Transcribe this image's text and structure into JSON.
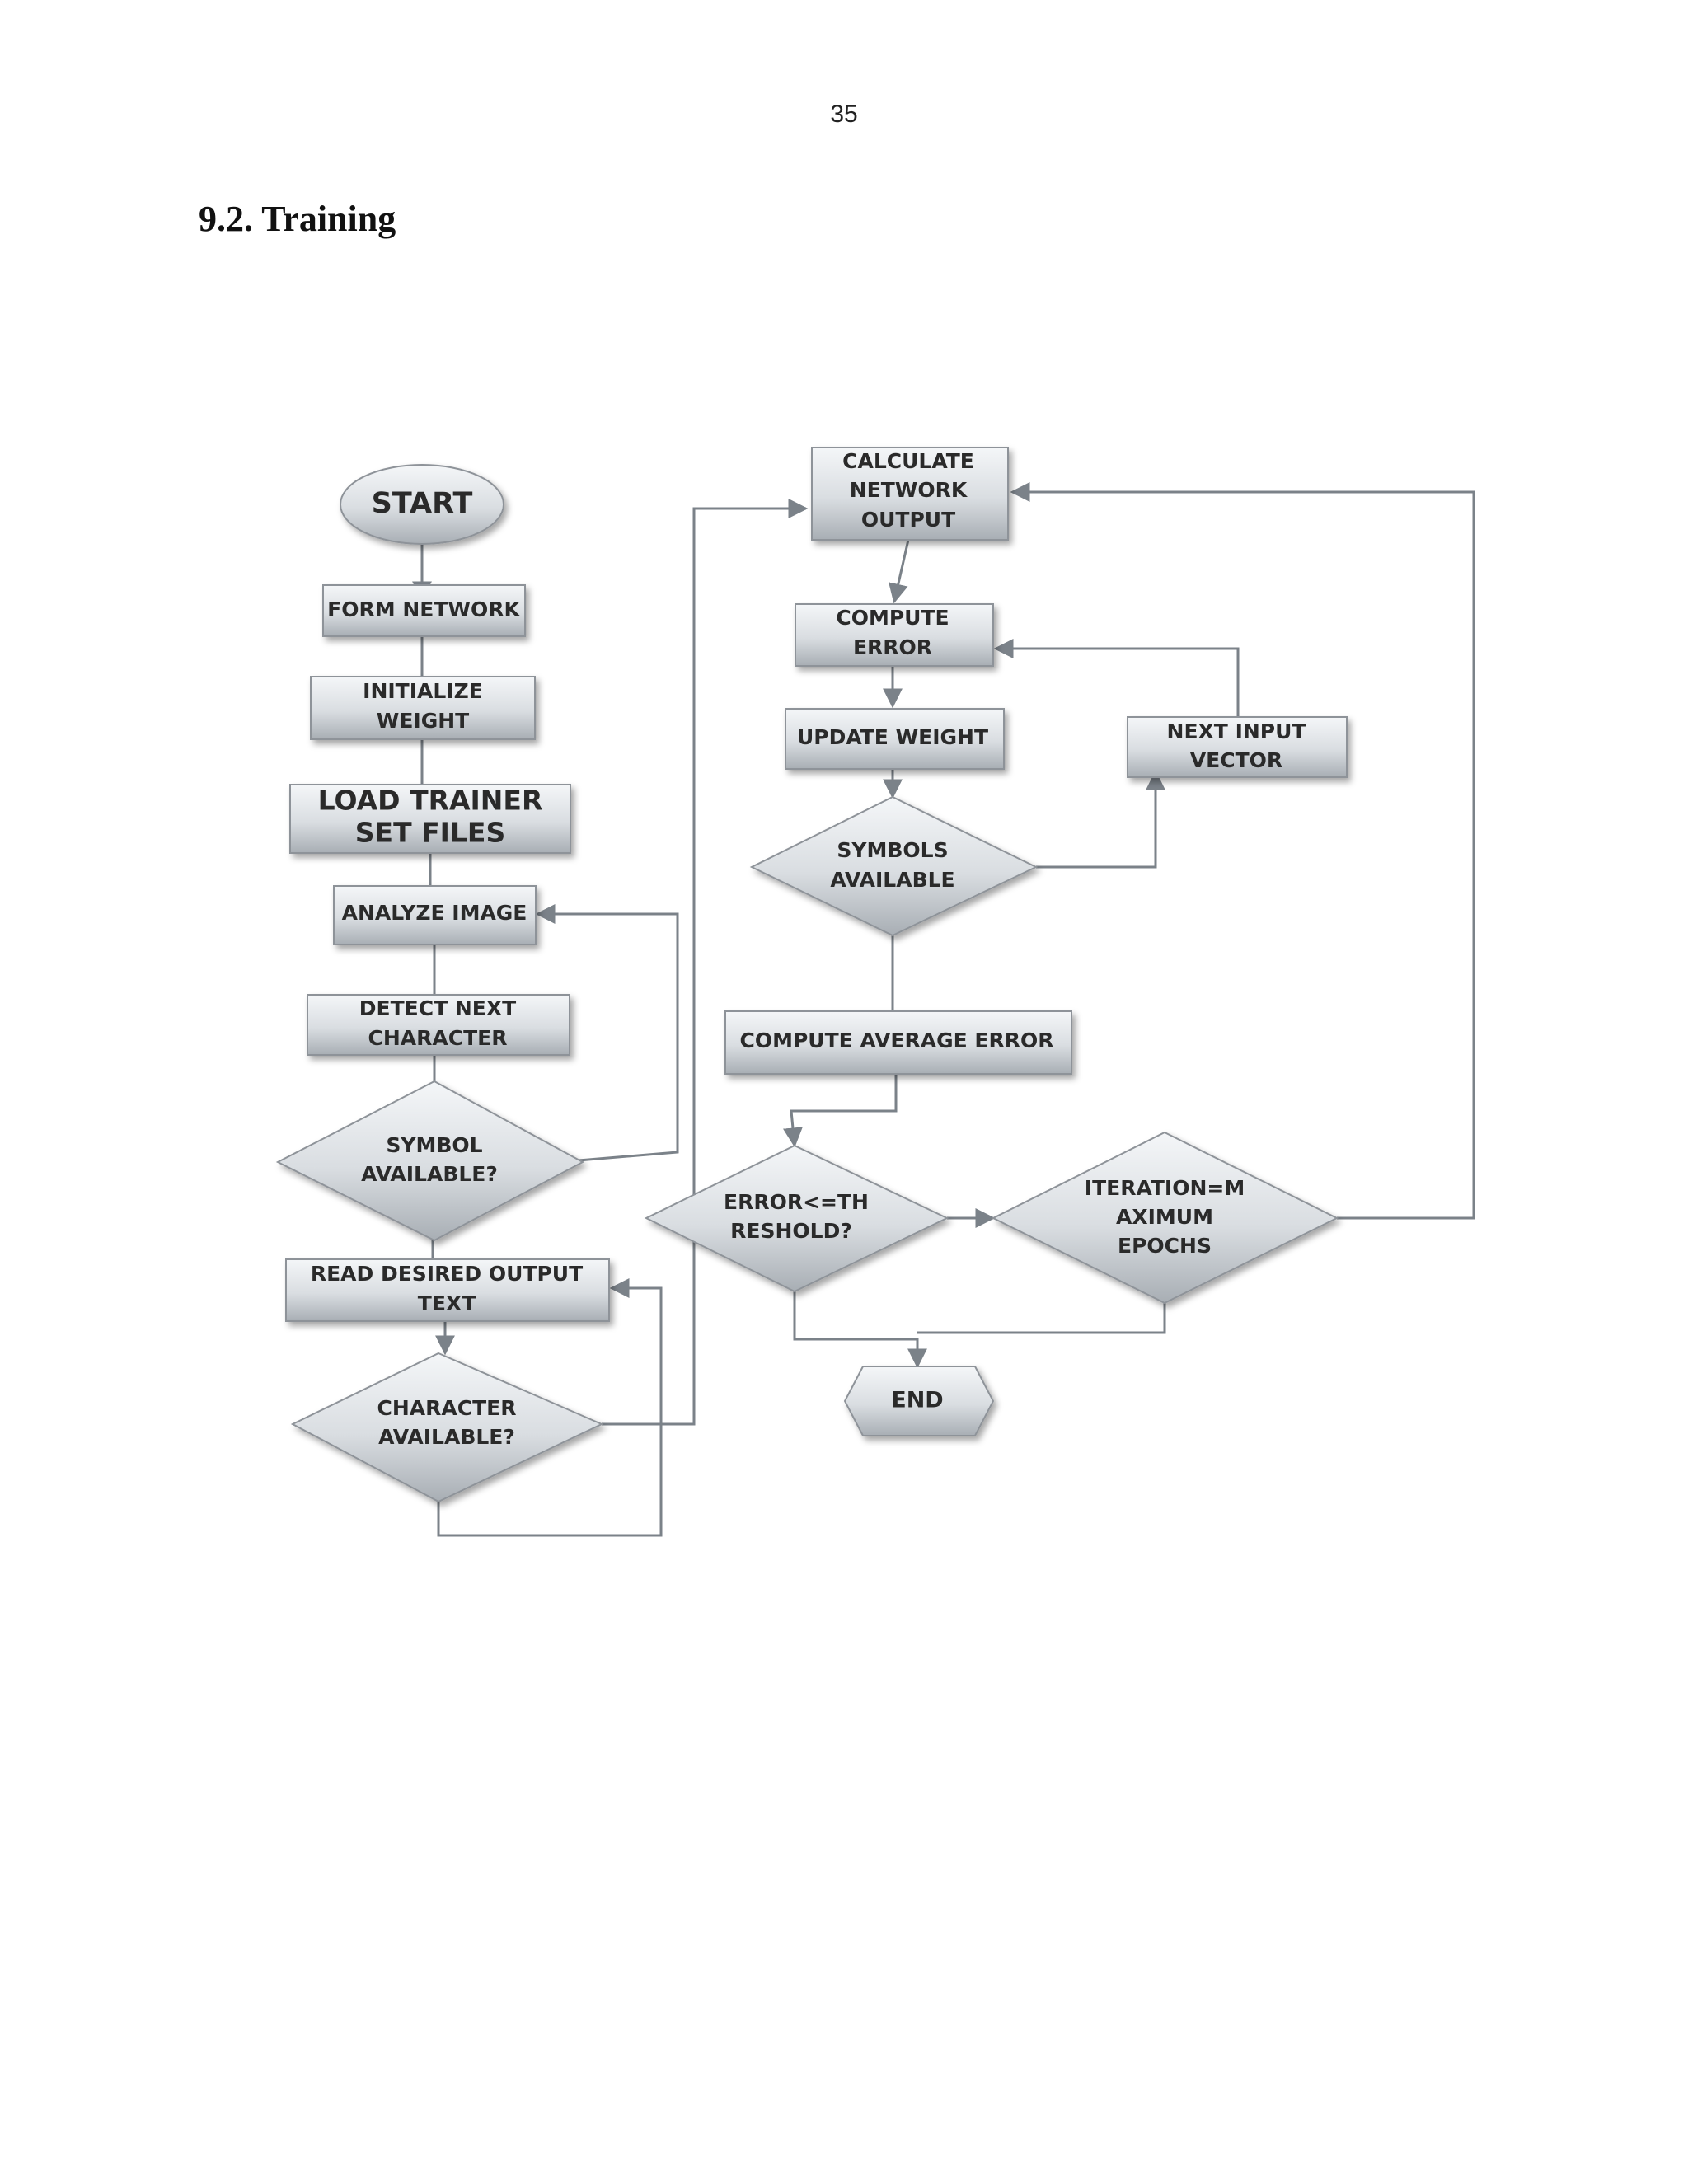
{
  "page": {
    "number": "35",
    "heading": "9.2. Training"
  },
  "diagram": {
    "nodes": {
      "start": "START",
      "form_network": "FORM NETWORK",
      "initialize_weight": [
        "INITIALIZE",
        "WEIGHT"
      ],
      "load_trainer": [
        "LOAD TRAINER",
        "SET FILES"
      ],
      "analyze_image": "ANALYZE IMAGE",
      "detect_next": [
        "DETECT NEXT",
        "CHARACTER"
      ],
      "symbol_available": [
        "SYMBOL",
        "AVAILABLE?"
      ],
      "read_desired": [
        "READ DESIRED OUTPUT",
        "TEXT"
      ],
      "character_available": [
        "CHARACTER",
        "AVAILABLE?"
      ],
      "calculate_output": [
        "CALCULATE",
        "NETWORK",
        "OUTPUT"
      ],
      "compute_error": [
        "COMPUTE",
        "ERROR"
      ],
      "update_weight": "UPDATE WEIGHT",
      "next_input": [
        "NEXT INPUT",
        "VECTOR"
      ],
      "symbols_available": [
        "SYMBOLS",
        "AVAILABLE"
      ],
      "compute_average": "COMPUTE AVERAGE ERROR",
      "error_threshold": [
        "ERROR<=TH",
        "RESHOLD?"
      ],
      "iteration_max": [
        "ITERATION=M",
        "AXIMUM",
        "EPOCHS"
      ],
      "end": "END"
    }
  }
}
